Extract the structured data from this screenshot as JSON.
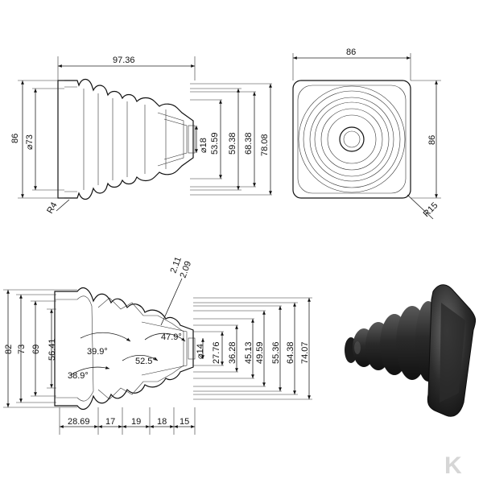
{
  "top_side_view": {
    "length": "97.36",
    "height": "86",
    "outer_dia": "⌀73",
    "inner_dia": "⌀18",
    "d1": "53.59",
    "d2": "59.38",
    "d3": "68.38",
    "d4": "78.08",
    "radius": "R4"
  },
  "top_front_view": {
    "width": "86",
    "height": "86",
    "radius": "R15"
  },
  "section_view": {
    "h82": "82",
    "h73": "73",
    "h69": "69",
    "h5641": "56.41",
    "angle1": "39.9°",
    "angle2": "38.9°",
    "angle3": "52.5°",
    "angle4": "47.9°",
    "wall1": "2.11",
    "wall2": "2.09",
    "d14": "⌀14",
    "d776": "27.76",
    "d3628": "36.28",
    "d4513": "45.13",
    "d4959": "49.59",
    "d5536": "55.36",
    "d6438": "64.38",
    "d7407": "74.07",
    "seg1": "28.69",
    "seg2": "17",
    "seg3": "19",
    "seg4": "18",
    "seg5": "15"
  },
  "brand": {
    "logo": "K"
  }
}
